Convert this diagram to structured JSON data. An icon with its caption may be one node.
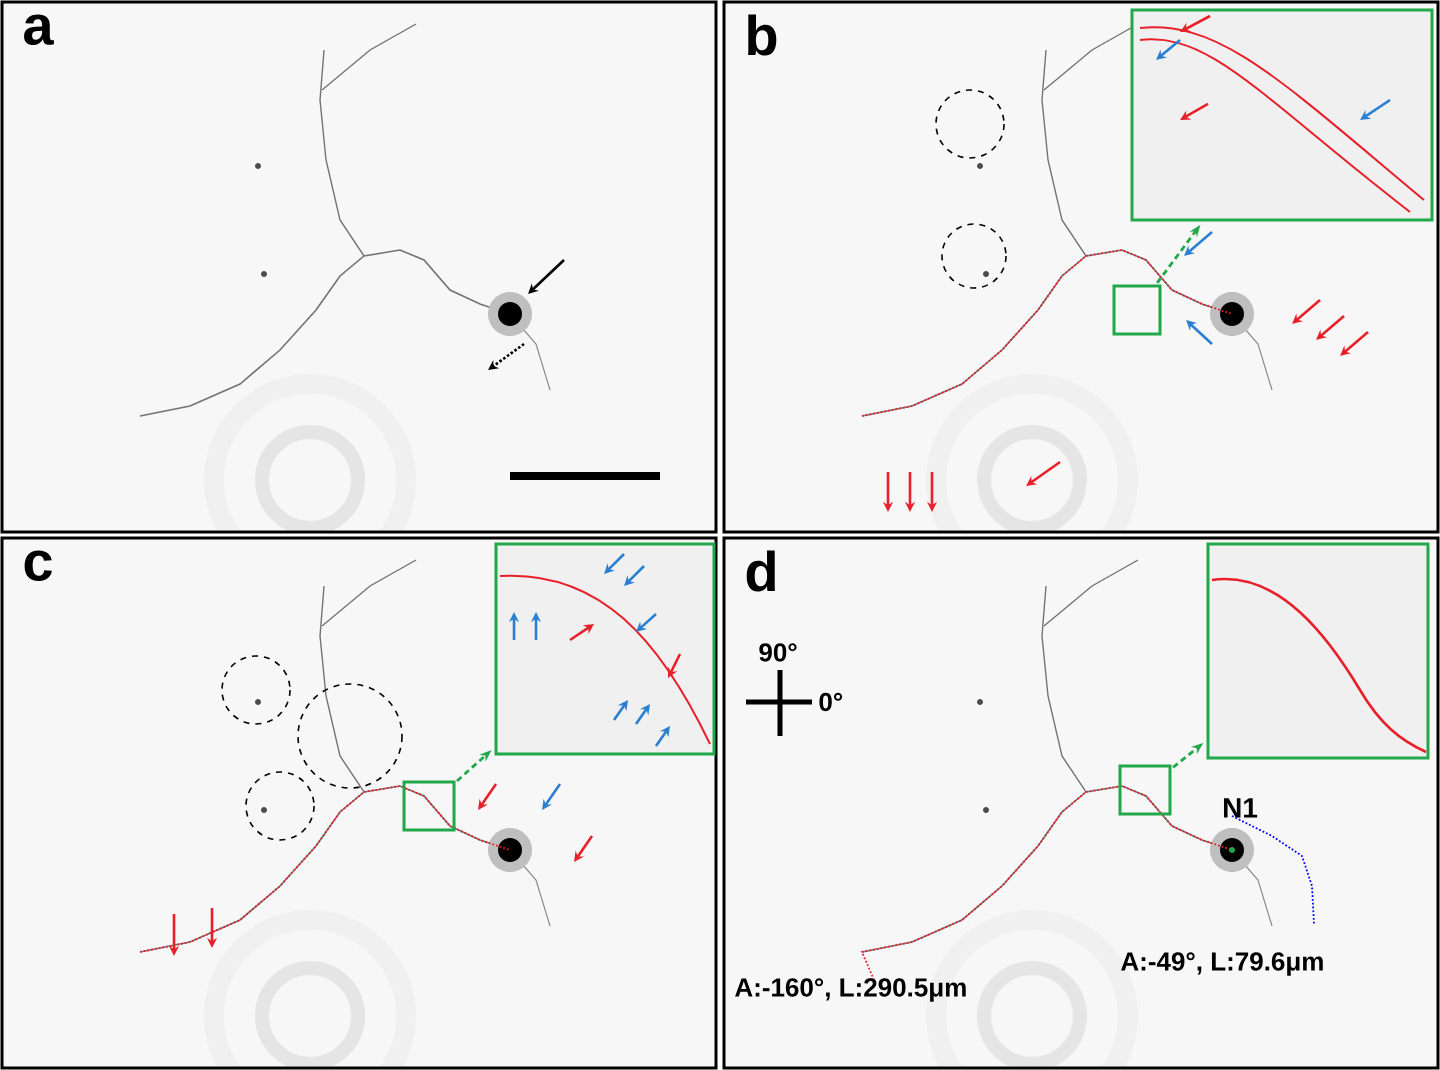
{
  "diagram": {
    "nodes": [
      {
        "text": [],
        "shape": "box"
      },
      {
        "text": [],
        "shape": "picture"
      },
      {
        "text": [],
        "shape": "box"
      },
      {
        "text": [],
        "shape": "picture"
      },
      {
        "text": [],
        "shape": "box"
      },
      {
        "text": [],
        "shape": "picture"
      }
    ],
    "edges": [
      {
        "from": 0,
        "to": 1,
        "arrow": "to",
        "style": "dashed"
      },
      {
        "from": 2,
        "to": 3,
        "arrow": "to",
        "style": "dashed"
      },
      {
        "from": 4,
        "to": 5,
        "arrow": "to",
        "style": "dashed"
      }
    ],
    "labels": [
      "a",
      "b",
      "c",
      "d",
      "90°",
      "0°",
      "N1",
      "A:-160°, L:290.5μm",
      "A:-49°, L:79.6μm"
    ]
  }
}
